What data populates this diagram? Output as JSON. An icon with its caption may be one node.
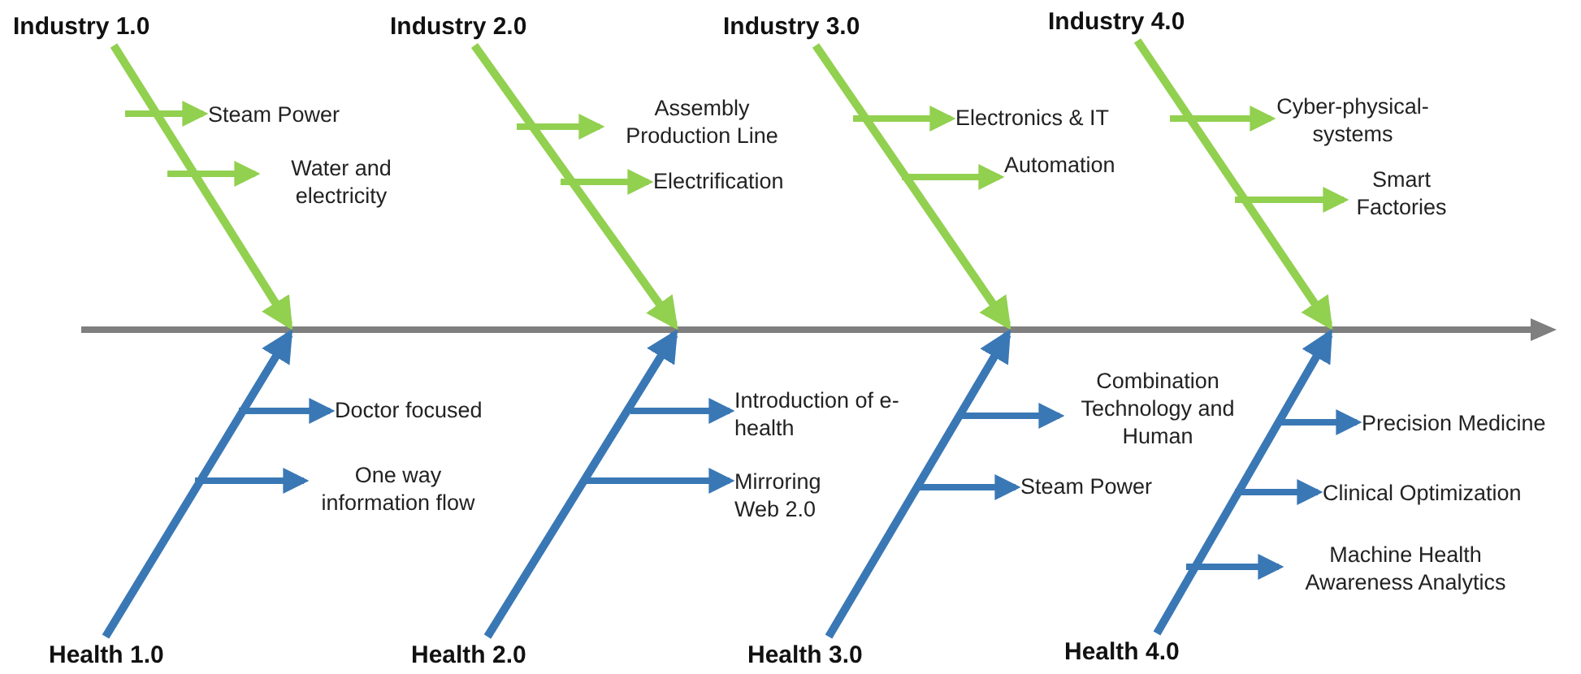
{
  "diagram": {
    "nodes": [
      {
        "text": [
          "Industry 1.0"
        ]
      },
      {
        "text": [
          "Steam Power"
        ]
      },
      {
        "text": [
          "Water and electricity"
        ]
      },
      {
        "text": [
          "Industry 2.0"
        ]
      },
      {
        "text": [
          "Assembly Production Line"
        ]
      },
      {
        "text": [
          "Electrification"
        ]
      },
      {
        "text": [
          "Industry 3.0"
        ]
      },
      {
        "text": [
          "Electronics & IT"
        ]
      },
      {
        "text": [
          "Automation"
        ]
      },
      {
        "text": [
          "Industry 4.0"
        ]
      },
      {
        "text": [
          "Cyber-physical-systems"
        ]
      },
      {
        "text": [
          "Smart Factories"
        ]
      },
      {
        "text": [
          "Doctor focused"
        ]
      },
      {
        "text": [
          "One way information flow"
        ]
      },
      {
        "text": [
          "Introduction of e-health"
        ]
      },
      {
        "text": [
          "Mirroring Web 2.0"
        ]
      },
      {
        "text": [
          "Combination Technology and Human"
        ]
      },
      {
        "text": [
          "Steam Power"
        ]
      },
      {
        "text": [
          "Precision Medicine"
        ]
      },
      {
        "text": [
          "Clinical Optimization"
        ]
      },
      {
        "text": [
          "Machine Health Awareness Analytics"
        ]
      },
      {
        "text": [
          "Health 1.0"
        ]
      },
      {
        "text": [
          "Health 2.0"
        ]
      },
      {
        "text": [
          "Health 3.0"
        ]
      },
      {
        "text": [
          "Health 4.0"
        ]
      }
    ],
    "edges": [
      {
        "from": 0,
        "to": null,
        "arrow": "to",
        "color": "#92d050"
      },
      {
        "from": null,
        "to": 1,
        "arrow": "to",
        "color": "#92d050"
      },
      {
        "from": null,
        "to": 2,
        "arrow": "to",
        "color": "#92d050"
      },
      {
        "from": 3,
        "to": null,
        "arrow": "to",
        "color": "#92d050"
      },
      {
        "from": null,
        "to": 4,
        "arrow": "to",
        "color": "#92d050"
      },
      {
        "from": null,
        "to": 5,
        "arrow": "to",
        "color": "#92d050"
      },
      {
        "from": 6,
        "to": null,
        "arrow": "to",
        "color": "#92d050"
      },
      {
        "from": null,
        "to": 7,
        "arrow": "to",
        "color": "#92d050"
      },
      {
        "from": null,
        "to": 8,
        "arrow": "to",
        "color": "#92d050"
      },
      {
        "from": 9,
        "to": null,
        "arrow": "to",
        "color": "#92d050"
      },
      {
        "from": null,
        "to": 10,
        "arrow": "to",
        "color": "#92d050"
      },
      {
        "from": null,
        "to": 11,
        "arrow": "to",
        "color": "#92d050"
      },
      {
        "from": 21,
        "to": null,
        "arrow": "to"
      },
      {
        "from": null,
        "to": 12,
        "arrow": "to"
      },
      {
        "from": null,
        "to": 13,
        "arrow": "to"
      },
      {
        "from": 22,
        "to": null,
        "arrow": "to"
      },
      {
        "from": null,
        "to": 14,
        "arrow": "to"
      },
      {
        "from": null,
        "to": 15,
        "arrow": "to"
      },
      {
        "from": 23,
        "to": null,
        "arrow": "to"
      },
      {
        "from": null,
        "to": 16,
        "arrow": "to"
      },
      {
        "from": null,
        "to": 17,
        "arrow": "to"
      },
      {
        "from": 24,
        "to": null,
        "arrow": "to"
      },
      {
        "from": null,
        "to": 18,
        "arrow": "to"
      },
      {
        "from": null,
        "to": 19,
        "arrow": "to"
      },
      {
        "from": null,
        "to": 20,
        "arrow": "to"
      }
    ]
  }
}
